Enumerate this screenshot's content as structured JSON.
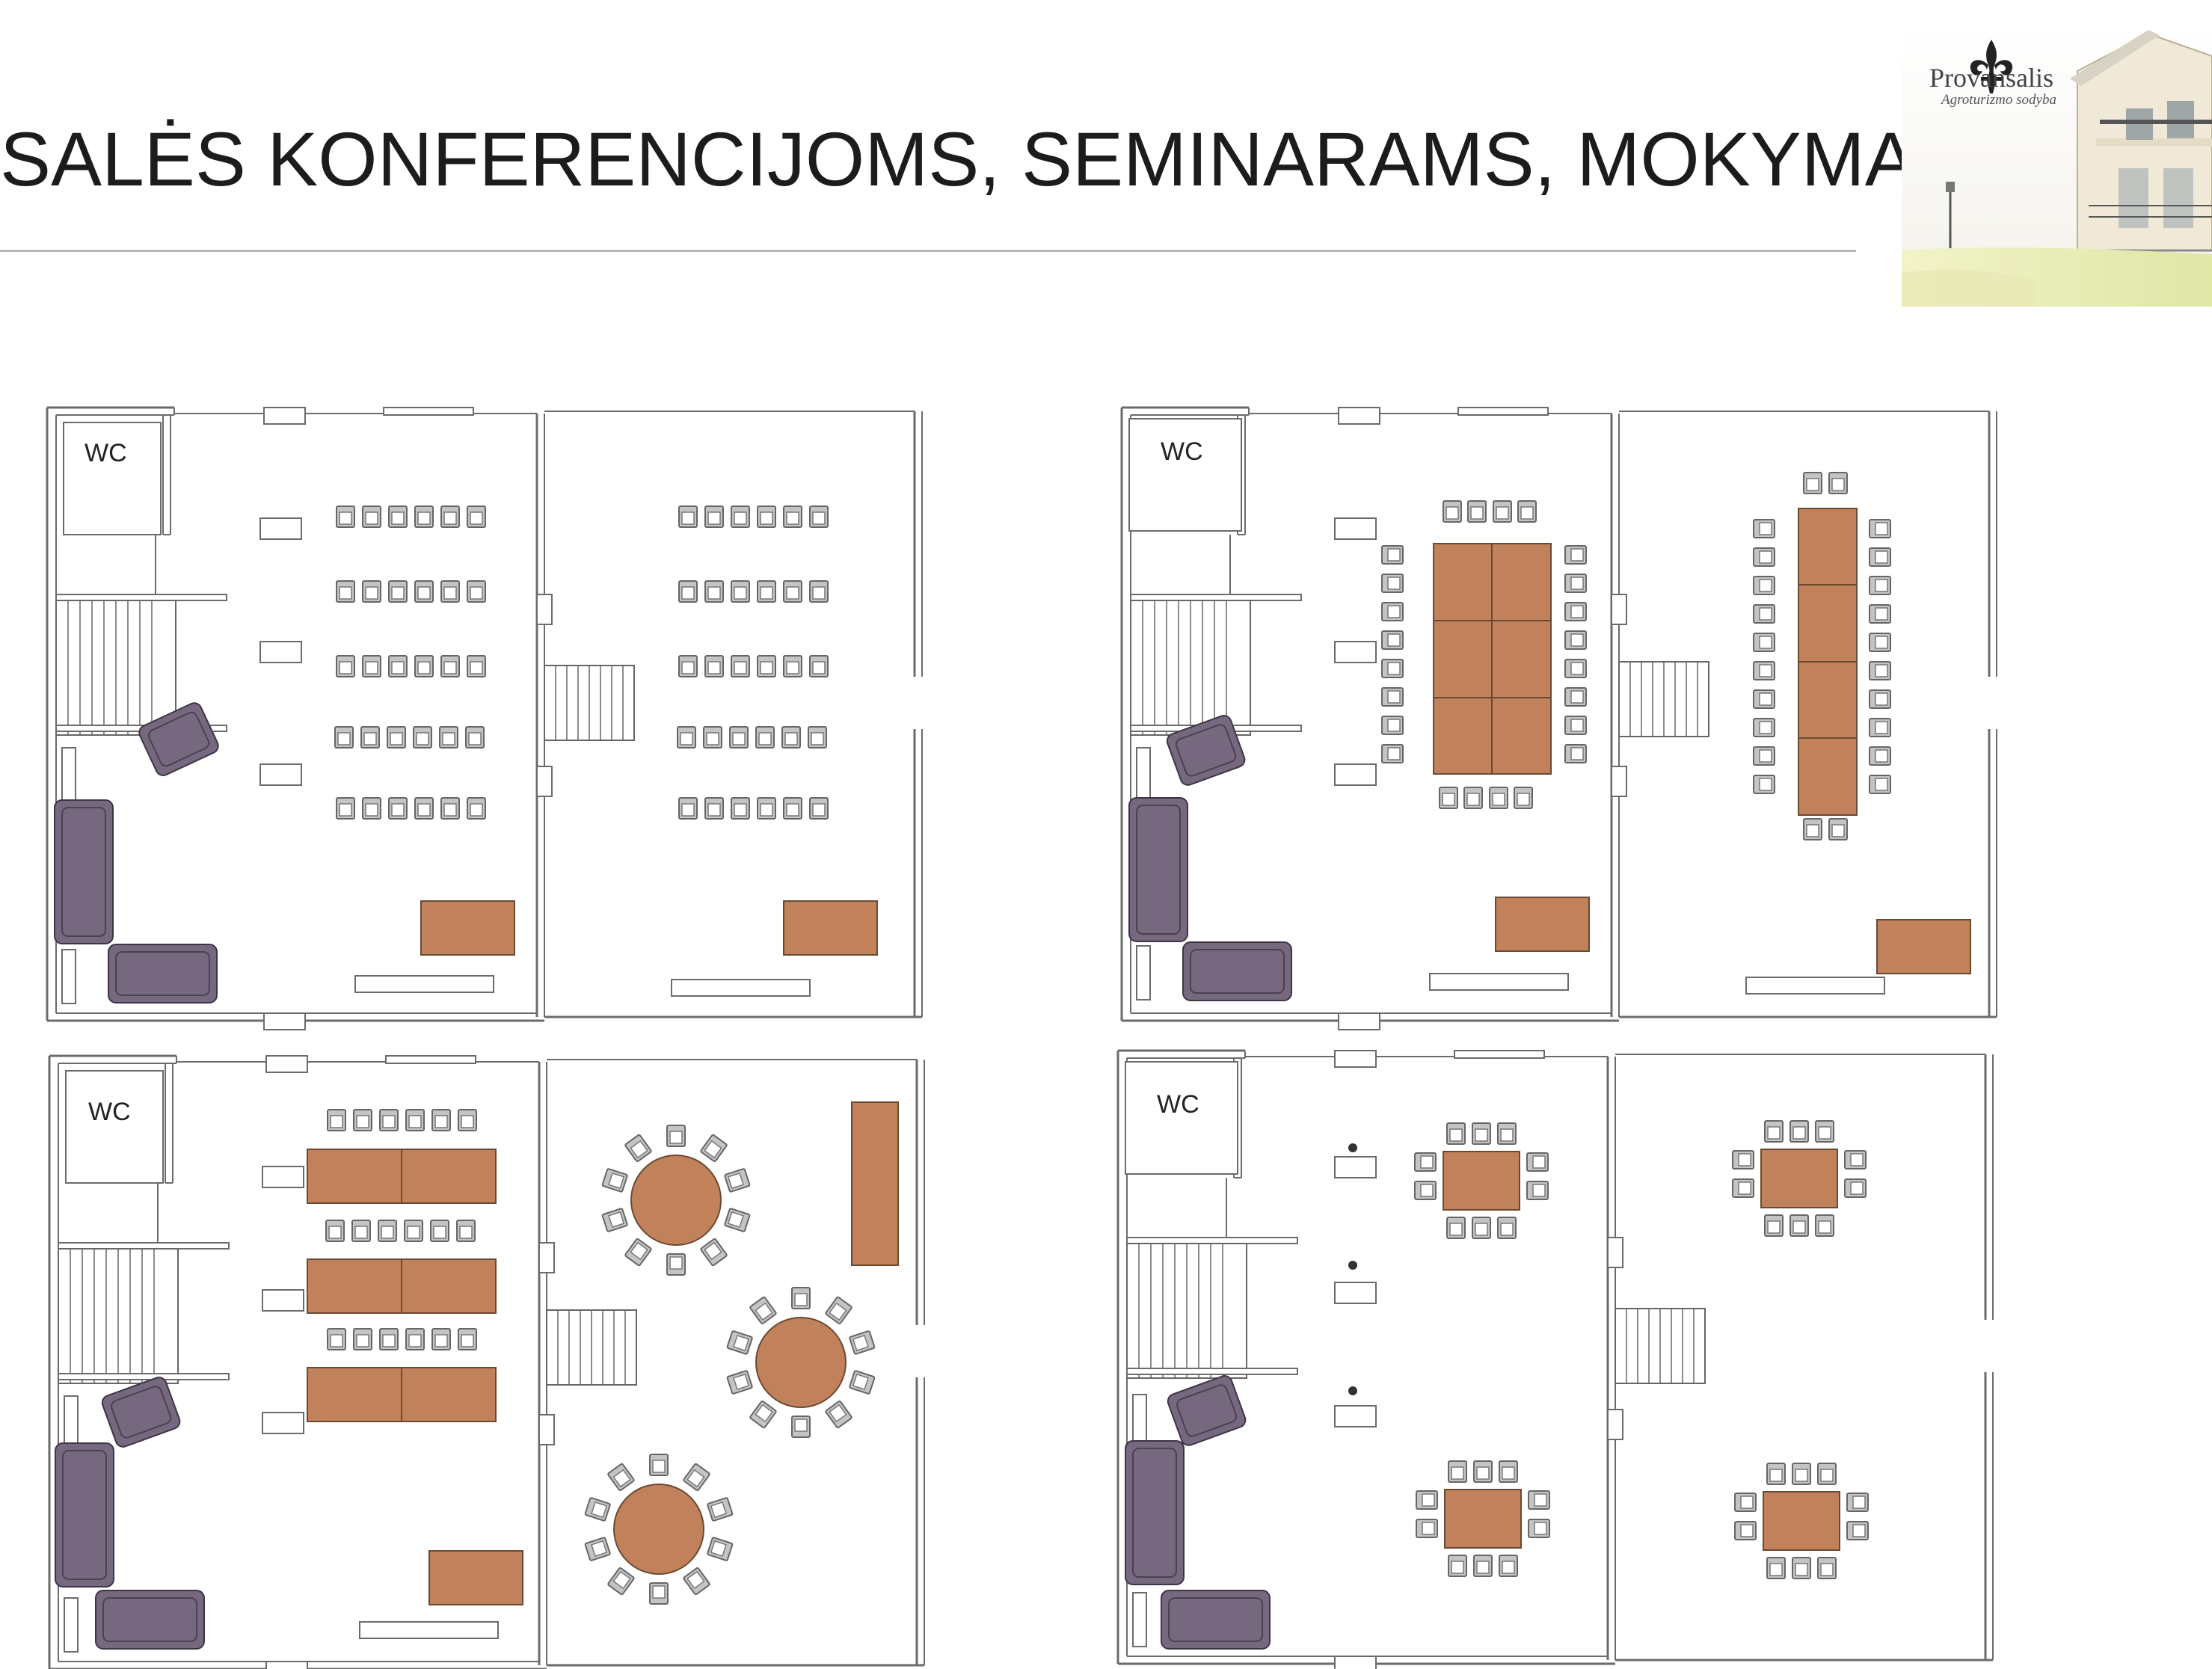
{
  "header": {
    "title": "SALĖS KONFERENCIJOMS, SEMINARAMS, MOKYMAMS"
  },
  "logo": {
    "name": "Provansalis",
    "subtitle": "Agroturizmo sodyba",
    "icon": "fleur-de-lis-icon"
  },
  "floor_plans": [
    {
      "layout": "theatre rows",
      "wc_label": "WC"
    },
    {
      "layout": "boardroom tables",
      "wc_label": "WC"
    },
    {
      "layout": "classroom and round tables",
      "wc_label": "WC"
    },
    {
      "layout": "group tables",
      "wc_label": "WC"
    }
  ],
  "colors": {
    "table": "#c1825b",
    "sofa": "#76687f",
    "chair": "#bdbdbd",
    "wall": "#6b6b6b"
  }
}
